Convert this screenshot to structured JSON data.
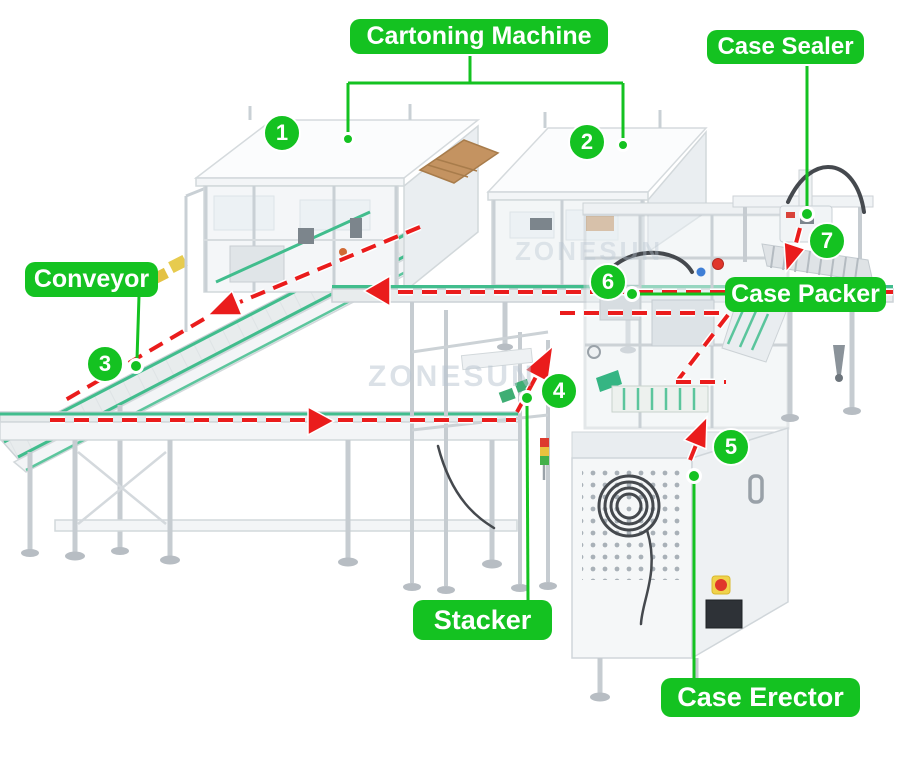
{
  "watermark": {
    "text": "ZONESUN"
  },
  "labels": {
    "cartoning_machine": "Cartoning Machine",
    "case_sealer": "Case Sealer",
    "conveyor": "Conveyor",
    "case_packer": "Case Packer",
    "stacker": "Stacker",
    "case_erector": "Case Erector"
  },
  "markers": [
    "1",
    "2",
    "3",
    "4",
    "5",
    "6",
    "7"
  ],
  "colors": {
    "label_green": "#14c221",
    "flow_red": "#ea1c1c",
    "belt_green": "#41bd8d",
    "watermark_gray": "#b9c5d1"
  }
}
